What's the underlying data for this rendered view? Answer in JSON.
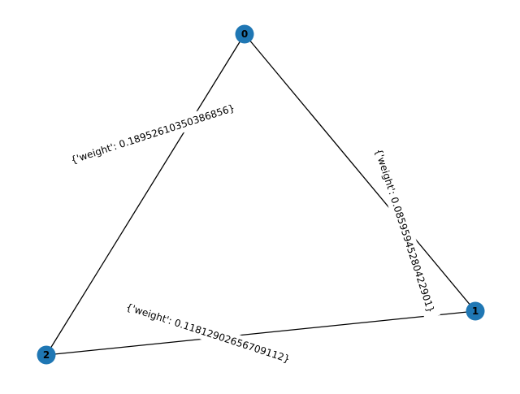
{
  "colors": {
    "node_fill": "#1f77b4",
    "edge": "#000000",
    "label_background": "#ffffff"
  },
  "nodes": [
    {
      "id": "0",
      "label": "0"
    },
    {
      "id": "1",
      "label": "1"
    },
    {
      "id": "2",
      "label": "2"
    }
  ],
  "edges": [
    {
      "source": "0",
      "target": "2",
      "label": "{'weight': 0.18952610350386856}"
    },
    {
      "source": "0",
      "target": "1",
      "label": "{'weight': 0.08595945280422901}"
    },
    {
      "source": "1",
      "target": "2",
      "label": "{'weight': 0.11812902656709112}"
    }
  ]
}
